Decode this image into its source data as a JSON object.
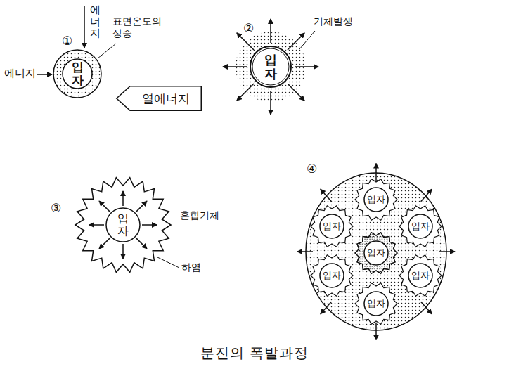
{
  "diagram": {
    "caption": "분진의 폭발과정",
    "nodes": [
      {
        "text": [
          "입자"
        ]
      },
      {
        "text": [
          "열에너지"
        ]
      },
      {
        "text": [
          "입자"
        ]
      },
      {
        "text": [
          "입자"
        ]
      },
      {
        "text": [
          "입자"
        ]
      },
      {
        "text": [
          "입자"
        ]
      },
      {
        "text": [
          "입자"
        ]
      },
      {
        "text": [
          "입자"
        ]
      },
      {
        "text": [
          "입자"
        ]
      },
      {
        "text": [
          "입자"
        ]
      },
      {
        "text": [
          "입자"
        ]
      }
    ],
    "labels": [
      "①",
      "에너지",
      "표면온도의 상승",
      "에너지",
      "②",
      "기체발생",
      "③",
      "혼합기체",
      "하염",
      "④"
    ]
  }
}
